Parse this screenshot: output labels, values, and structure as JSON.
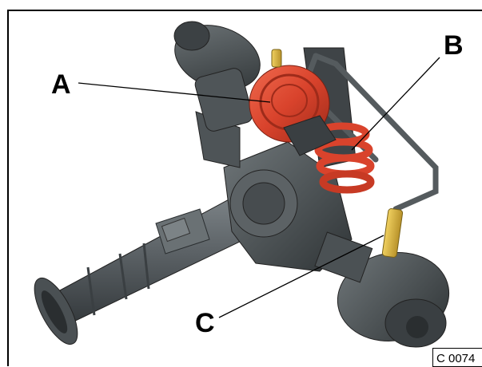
{
  "callouts": {
    "a": "A",
    "b": "B",
    "c": "C"
  },
  "figure_ref": "C 0074",
  "colors": {
    "housing": "#5d6366",
    "brake_chamber": "#d9432c",
    "cylinder": "#d8b43a",
    "outline": "#000000"
  }
}
